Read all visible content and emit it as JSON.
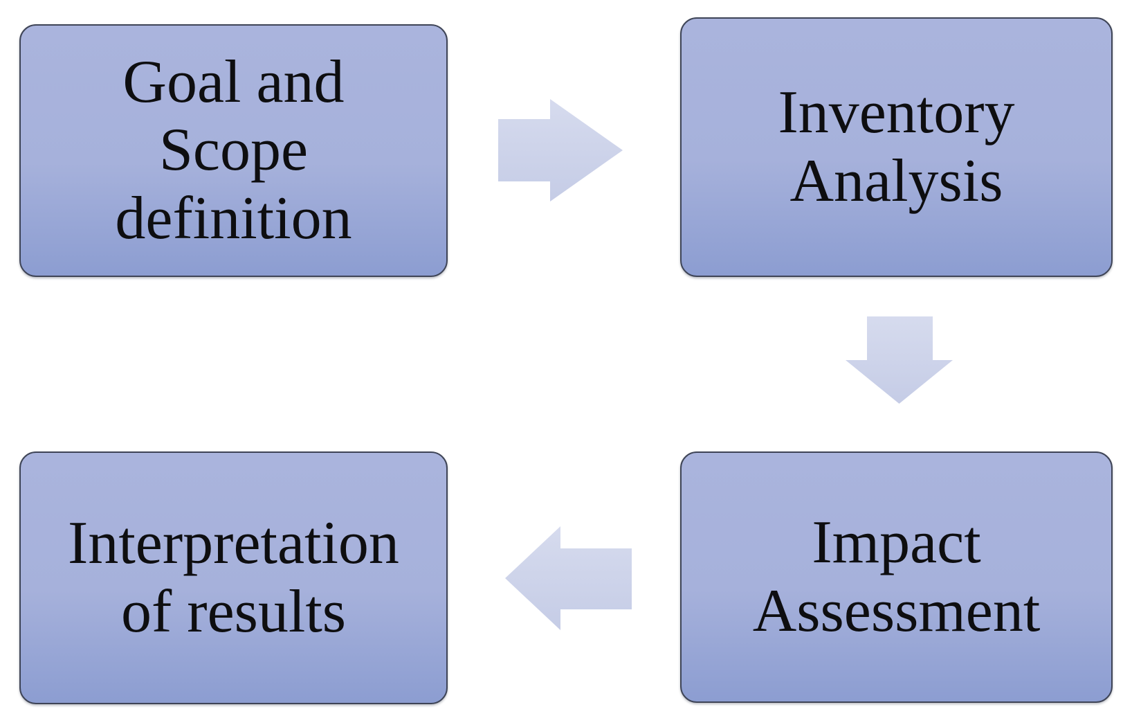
{
  "diagram": {
    "nodes": [
      {
        "id": "goal-scope",
        "label": "Goal and\nScope\ndefinition"
      },
      {
        "id": "inventory",
        "label": "Inventory\nAnalysis"
      },
      {
        "id": "impact",
        "label": "Impact\nAssessment"
      },
      {
        "id": "interpretation",
        "label": "Interpretation\nof results"
      }
    ],
    "arrows": [
      {
        "direction": "right",
        "from": "goal-scope",
        "to": "inventory"
      },
      {
        "direction": "down",
        "from": "inventory",
        "to": "impact"
      },
      {
        "direction": "left",
        "from": "impact",
        "to": "interpretation"
      }
    ],
    "colors": {
      "node_fill_top": "#aab4dd",
      "node_fill_mid": "#a6b1db",
      "node_fill_bottom": "#8c9dd1",
      "node_border": "#3e4456",
      "node_text": "#0e0e10",
      "arrow_fill_light": "#d6dbee",
      "arrow_fill_dark": "#c5cce6",
      "background": "#ffffff"
    }
  }
}
